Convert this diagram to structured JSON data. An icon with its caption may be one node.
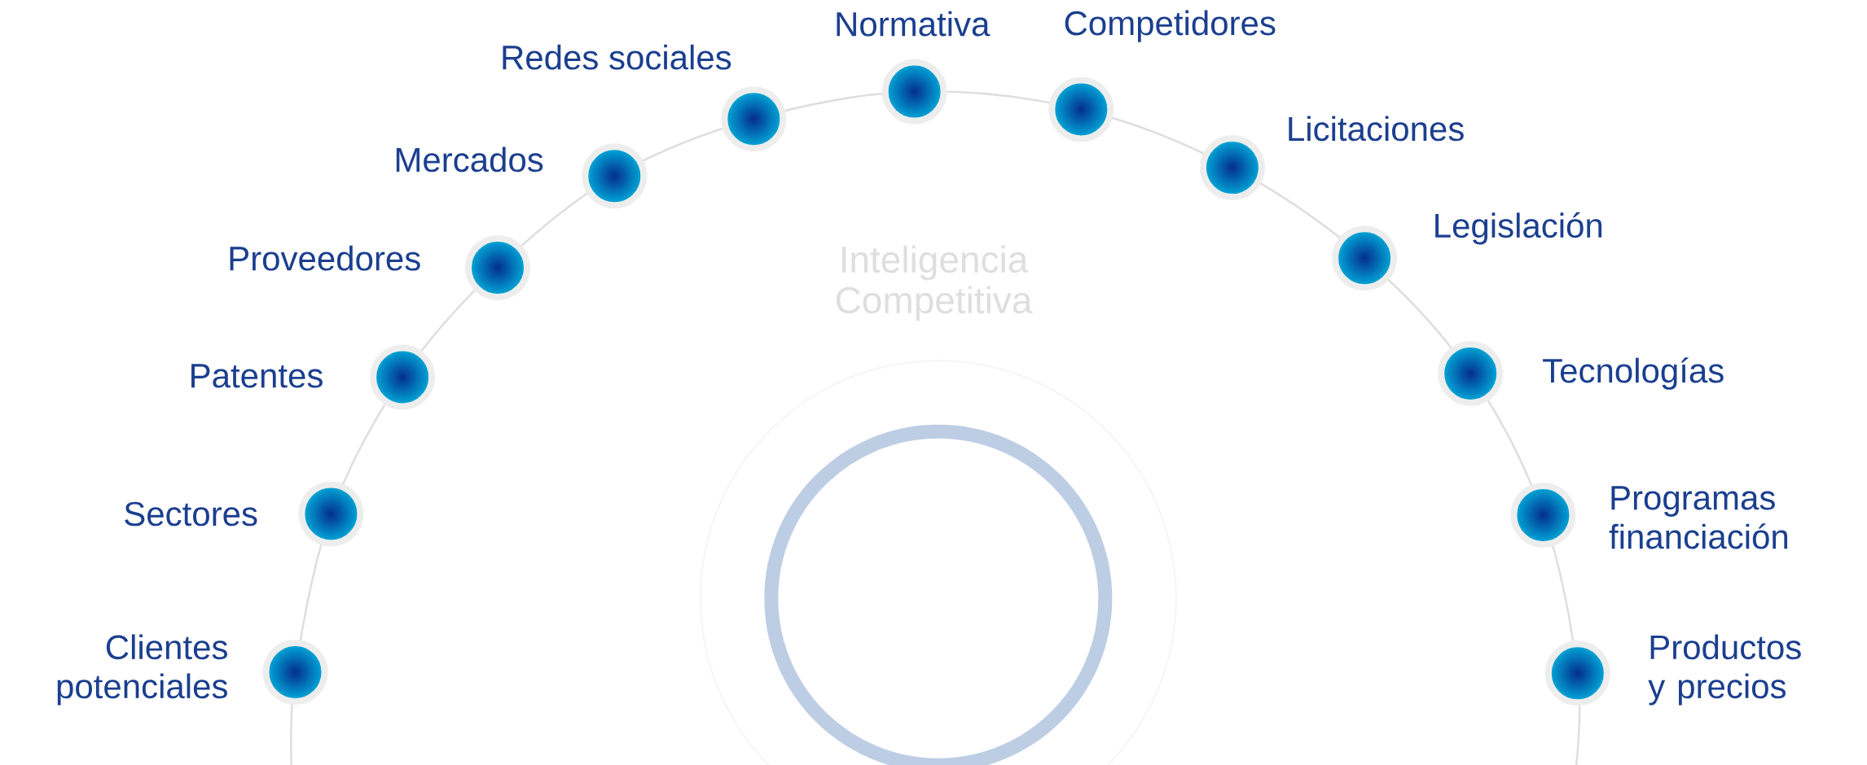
{
  "diagram": {
    "nodes": [
      {
        "text": [],
        "shape": "circle",
        "beside": [
          "Clientes potenciales"
        ]
      },
      {
        "text": [],
        "shape": "circle",
        "beside": [
          "Sectores"
        ]
      },
      {
        "text": [],
        "shape": "circle",
        "beside": [
          "Patentes"
        ]
      },
      {
        "text": [],
        "shape": "circle",
        "beside": [
          "Proveedores"
        ]
      },
      {
        "text": [],
        "shape": "circle",
        "beside": [
          "Mercados"
        ]
      },
      {
        "text": [],
        "shape": "circle",
        "beside": [
          "Redes sociales"
        ]
      },
      {
        "text": [],
        "shape": "circle",
        "beside": [
          "Normativa"
        ]
      },
      {
        "text": [],
        "shape": "circle",
        "beside": [
          "Competidores"
        ]
      },
      {
        "text": [],
        "shape": "circle",
        "beside": [
          "Licitaciones"
        ]
      },
      {
        "text": [],
        "shape": "circle",
        "beside": [
          "Legislación"
        ]
      },
      {
        "text": [],
        "shape": "circle",
        "beside": [
          "Tecnologías"
        ]
      },
      {
        "text": [],
        "shape": "circle",
        "beside": [
          "Programas financiación"
        ]
      },
      {
        "text": [],
        "shape": "circle",
        "beside": [
          "Productos y precios"
        ]
      },
      {
        "text": [],
        "shape": "circle"
      }
    ],
    "labels": [
      "Inteligencia Competitiva"
    ]
  }
}
